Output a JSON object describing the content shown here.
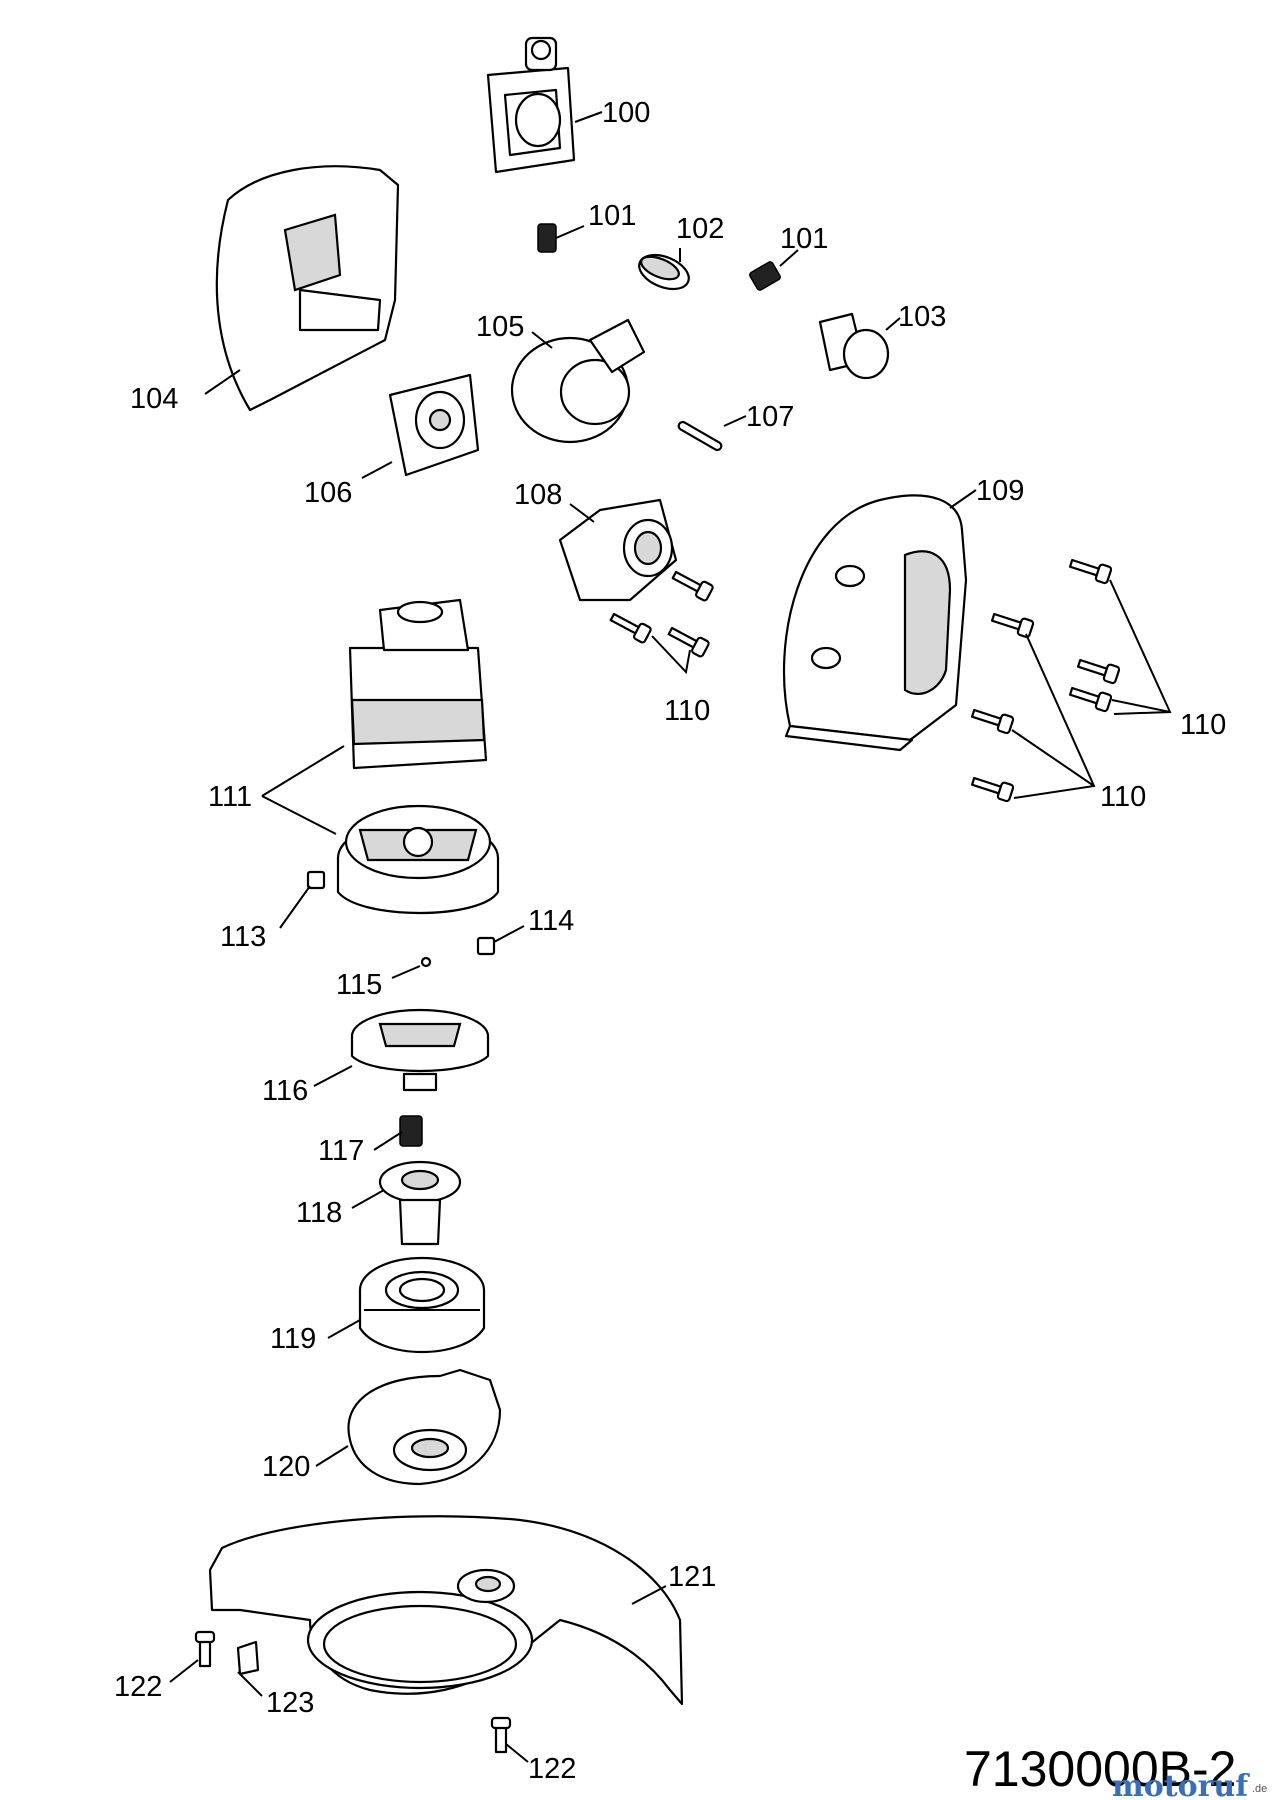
{
  "diagram": {
    "callouts": {
      "c100": "100",
      "c101a": "101",
      "c101b": "101",
      "c102": "102",
      "c103": "103",
      "c104": "104",
      "c105": "105",
      "c106": "106",
      "c107": "107",
      "c108": "108",
      "c109": "109",
      "c110a": "110",
      "c110b": "110",
      "c110c": "110",
      "c111": "111",
      "c113": "113",
      "c114": "114",
      "c115": "115",
      "c116": "116",
      "c117": "117",
      "c118": "118",
      "c119": "119",
      "c120": "120",
      "c121": "121",
      "c122a": "122",
      "c122b": "122",
      "c123": "123"
    },
    "document_number": "7130000B-2",
    "watermark": {
      "text": "motoruf",
      "suffix": ".de"
    }
  },
  "colors": {
    "line": "#000000",
    "background": "#ffffff",
    "watermark_blue": "#3a6fb5",
    "watermark_orange": "#e08a2a"
  }
}
